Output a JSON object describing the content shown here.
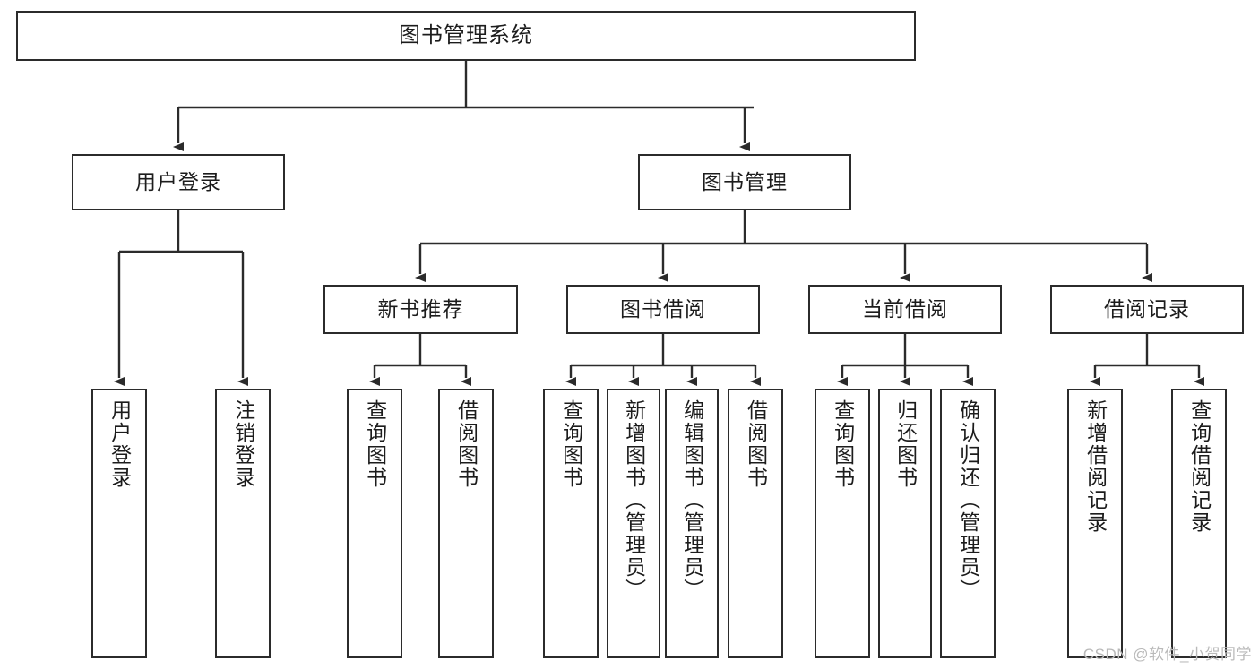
{
  "diagram": {
    "title": "图书管理系统",
    "type": "functional-structure-tree",
    "stroke_color": "#2b2b2b",
    "fill_color": "#ffffff",
    "text_color": "#1c1c1c"
  },
  "root": {
    "label": "图书管理系统"
  },
  "level2": [
    {
      "label": "用户登录"
    },
    {
      "label": "图书管理"
    }
  ],
  "level3": [
    {
      "label": "新书推荐"
    },
    {
      "label": "图书借阅"
    },
    {
      "label": "当前借阅"
    },
    {
      "label": "借阅记录"
    }
  ],
  "leaves": {
    "user_login": [
      {
        "label": "用户登录"
      },
      {
        "label": "注销登录"
      }
    ],
    "new_book_recommend": [
      {
        "label": "查询图书"
      },
      {
        "label": "借阅图书"
      }
    ],
    "book_borrow": [
      {
        "label": "查询图书"
      },
      {
        "label": "新增图书（管理员）"
      },
      {
        "label": "编辑图书（管理员）"
      },
      {
        "label": "借阅图书"
      }
    ],
    "current_borrow": [
      {
        "label": "查询图书"
      },
      {
        "label": "归还图书"
      },
      {
        "label": "确认归还（管理员）"
      }
    ],
    "borrow_record": [
      {
        "label": "新增借阅记录"
      },
      {
        "label": "查询借阅记录"
      }
    ]
  },
  "watermark": {
    "text": "CSDN @软件_小贺同学"
  }
}
